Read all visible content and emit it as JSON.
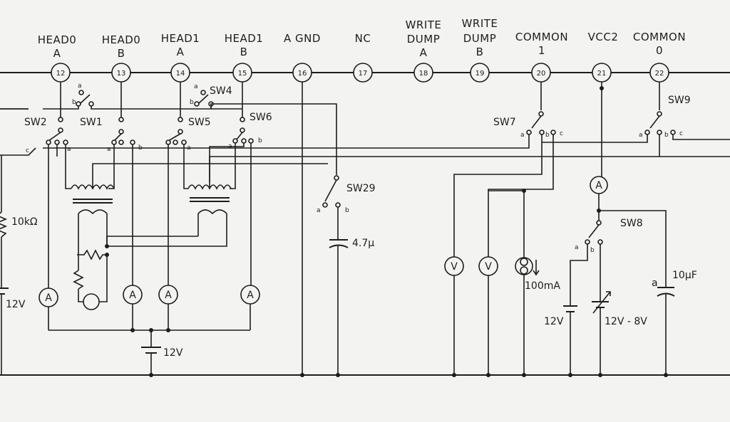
{
  "pins": [
    {
      "top": "HEAD0",
      "sub": "A",
      "num": "12"
    },
    {
      "top": "HEAD0",
      "sub": "B",
      "num": "13"
    },
    {
      "top": "HEAD1",
      "sub": "A",
      "num": "14"
    },
    {
      "top": "HEAD1",
      "sub": "B",
      "num": "15"
    },
    {
      "top": "A GND",
      "sub": "",
      "num": "16"
    },
    {
      "top": "NC",
      "sub": "",
      "num": "17"
    },
    {
      "top": "WRITE",
      "sub": "DUMP",
      "sub2": "A",
      "num": "18"
    },
    {
      "top": "WRITE",
      "sub": "DUMP",
      "sub2": "B",
      "num": "19"
    },
    {
      "top": "COMMON",
      "sub": "1",
      "num": "20"
    },
    {
      "top": "VCC2",
      "sub": "",
      "num": "21"
    },
    {
      "top": "COMMON",
      "sub": "0",
      "num": "22"
    }
  ],
  "switches": {
    "sw1": "SW1",
    "sw2": "SW2",
    "sw4": "SW4",
    "sw5": "SW5",
    "sw6": "SW6",
    "sw7": "SW7",
    "sw8": "SW8",
    "sw9": "SW9",
    "sw29": "SW29"
  },
  "contacts": {
    "a": "a",
    "b": "b",
    "c": "c"
  },
  "components": {
    "resistor": "10kΩ",
    "battery_left": "12V",
    "battery_bottom": "12V",
    "cap_sw29": "4.7μ",
    "current_source": "100mA",
    "battery_sw8": "12V",
    "variable_supply": "12V - 8V",
    "cap_right": "10μF"
  },
  "meters": {
    "ammeter": "A",
    "voltmeter": "V"
  }
}
